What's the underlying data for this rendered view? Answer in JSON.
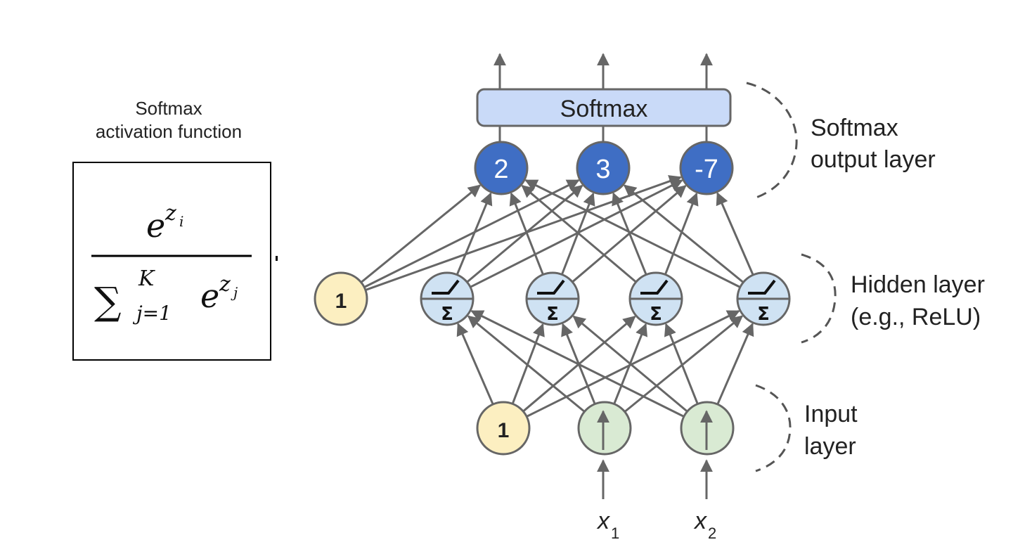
{
  "formula_panel": {
    "caption_line1": "Softmax",
    "caption_line2": "activation function",
    "numerator_base": "e",
    "numerator_exp": "z",
    "numerator_exp_sub": "i",
    "denominator_sum": "∑",
    "denominator_sup": "K",
    "denominator_sub": "j=1",
    "denominator_base": "e",
    "denominator_exp": "z",
    "denominator_exp_sub": "j"
  },
  "network": {
    "softmax_box_label": "Softmax",
    "output_values": [
      "2",
      "3",
      "-7"
    ],
    "hidden_bias_label": "1",
    "hidden_unit_symbol": "Σ",
    "input_bias_label": "1",
    "inputs": [
      {
        "base": "x",
        "sub": "1"
      },
      {
        "base": "x",
        "sub": "2"
      }
    ]
  },
  "layer_labels": {
    "output_line1": "Softmax",
    "output_line2": "output layer",
    "hidden_line1": "Hidden layer",
    "hidden_line2": "(e.g., ReLU)",
    "input_line1": "Input",
    "input_line2": "layer"
  },
  "colors": {
    "output_neuron": "#3f6ec4",
    "softmax_box": "#c9daf8",
    "hidden_neuron": "#cfe2f3",
    "bias_neuron": "#fcefc1",
    "input_neuron": "#d9ead3",
    "edge": "#666666"
  }
}
